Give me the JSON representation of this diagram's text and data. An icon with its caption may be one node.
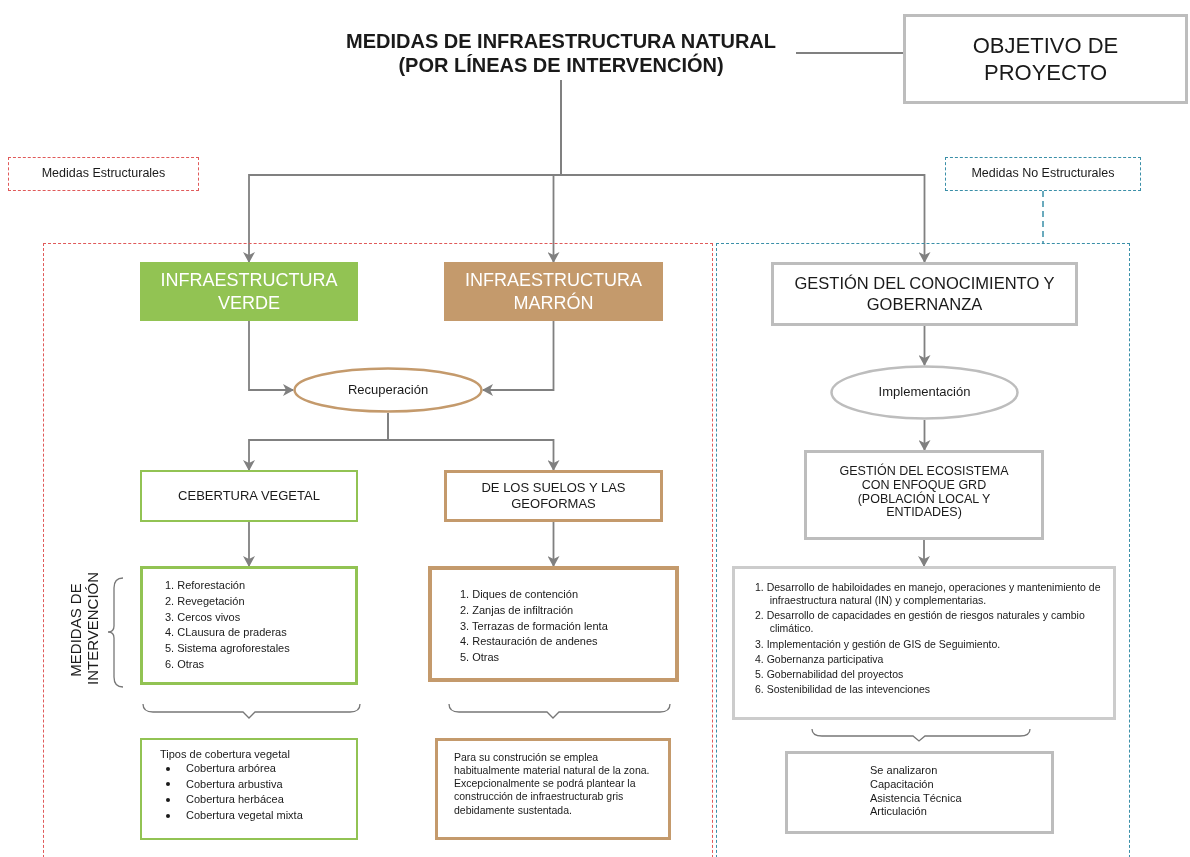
{
  "diagram": {
    "nodes": [
      {
        "text": [
          "MEDIDAS DE INFRAESTRUCTURA NATURAL (POR LÍNEAS DE INTERVENCIÓN)"
        ]
      },
      {
        "text": [
          "OBJETIVO DE PROYECTO"
        ]
      },
      {
        "text": [
          "Medidas Estructurales"
        ]
      },
      {
        "text": [
          "Medidas No Estructurales"
        ]
      },
      {
        "text": [],
        "shape": "box"
      },
      {
        "text": [
          "INFRAESTRUCTURA VERDE"
        ],
        "in": 4
      },
      {
        "text": [
          "INFRAESTRUCTURA MARRÓN"
        ],
        "in": 4
      },
      {
        "text": [
          "Recuperación"
        ],
        "in": 4
      },
      {
        "text": [
          "CEBERTURA VEGETAL"
        ],
        "in": 4
      },
      {
        "text": [
          "DE LOS SUELOS Y LAS GEOFORMAS"
        ],
        "in": 4
      },
      {
        "text": [
          "1. Reforestación",
          "2. Revegetación",
          "3. Cercos vivos",
          "4. CLausura de praderas",
          "5. Sistema agroforestales",
          "6. Otras"
        ],
        "in": 4
      },
      {
        "text": [
          "1. Diques de contención",
          "2. Zanjas de infiltración",
          "3. Terrazas de formación lenta",
          "4. Restauración de andenes",
          "5. Otras"
        ],
        "in": 4
      },
      {
        "text": [
          "Tipos de cobertura vegetal",
          "Cobertura arbórea",
          "Cobertura arbustiva",
          "Cobertura herbácea",
          "Cobertura vegetal mixta"
        ],
        "in": 4
      },
      {
        "text": [
          "Para su construción se emplea habitualmente material natural de la zona. Excepcionalmente se podrá plantear la construcción de infraestructurab gris debidamente sustentada."
        ],
        "in": 4
      },
      {
        "text": [],
        "shape": "box"
      },
      {
        "text": [
          "GESTIÓN DEL CONOCIMIENTO Y GOBERNANZA"
        ],
        "in": 14
      },
      {
        "text": [
          "Implementación"
        ],
        "in": 14
      },
      {
        "text": [
          "GESTIÓN DEL ECOSISTEMA CON ENFOQUE GRD (POBLACIÓN LOCAL Y ENTIDADES)"
        ],
        "in": 14
      },
      {
        "text": [
          "1. Desarrollo de habiloidades en manejo, operaciones y mantenimiento de infraestructura natural (IN) y complementarias.",
          "2. Desarrollo de capacidades en gestión de riesgos naturales y cambio climático.",
          "3. Implementación y gestión de GIS de Seguimiento.",
          "4. Gobernanza participativa",
          "5. Gobernabilidad del proyectos",
          "6. Sostenibilidad de las intevenciones"
        ],
        "in": 14
      },
      {
        "text": [
          "Se analizaron",
          "Capacitación",
          "Asistencia Técnica",
          "Articulación"
        ],
        "in": 14
      }
    ],
    "edges": [
      {
        "from": 0,
        "to": 1,
        "arrow": "none"
      },
      {
        "from": 0,
        "to": 5,
        "arrow": "to"
      },
      {
        "from": 0,
        "to": 6,
        "arrow": "to"
      },
      {
        "from": 0,
        "to": 15,
        "arrow": "to"
      },
      {
        "from": 3,
        "to": 14,
        "arrow": "none",
        "style": "dashed",
        "color": "#3a8fa8"
      },
      {
        "from": 5,
        "to": 7,
        "arrow": "to"
      },
      {
        "from": 6,
        "to": 7,
        "arrow": "to"
      },
      {
        "from": 7,
        "to": 8,
        "arrow": "to"
      },
      {
        "from": 7,
        "to": 9,
        "arrow": "to"
      },
      {
        "from": 8,
        "to": 10,
        "arrow": "to"
      },
      {
        "from": 9,
        "to": 11,
        "arrow": "to"
      },
      {
        "from": 15,
        "to": 16,
        "arrow": "to"
      },
      {
        "from": 16,
        "to": 17,
        "arrow": "to"
      },
      {
        "from": 17,
        "to": 18,
        "arrow": "to"
      }
    ],
    "labels": [
      "MEDIDAS DE INTERVENCIÓN"
    ]
  }
}
